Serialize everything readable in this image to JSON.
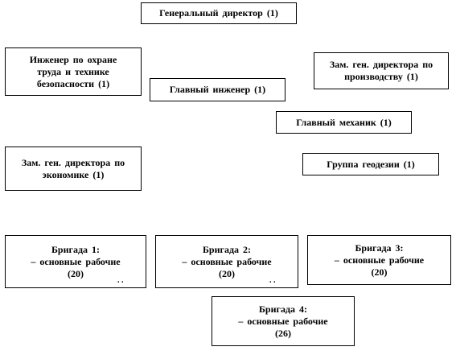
{
  "general_director": {
    "line1": "Генеральный директор (1)"
  },
  "safety_engineer": {
    "line1": "Инженер по охране",
    "line2": "труда и технике",
    "line3": "безопасности (1)"
  },
  "deputy_production": {
    "line1": "Зам. ген. директора по",
    "line2": "производству (1)"
  },
  "chief_engineer": {
    "line1": "Главный инженер (1)"
  },
  "chief_mechanic": {
    "line1": "Главный механик (1)"
  },
  "deputy_economics": {
    "line1": "Зам. ген. директора по",
    "line2": "экономике (1)"
  },
  "geodesy_group": {
    "line1": "Группа геодезии (1)"
  },
  "brigades": [
    {
      "title": "Бригада 1:",
      "line2": "– основные рабочие",
      "count": "(20)",
      "mark": ". ."
    },
    {
      "title": "Бригада 2:",
      "line2": "– основные рабочие",
      "count": "(20)",
      "mark": ". ."
    },
    {
      "title": "Бригада 3:",
      "line2": "– основные рабочие",
      "count": "(20)"
    },
    {
      "title": "Бригада 4:",
      "line2": "– основные рабочие",
      "count": "(26)"
    }
  ]
}
